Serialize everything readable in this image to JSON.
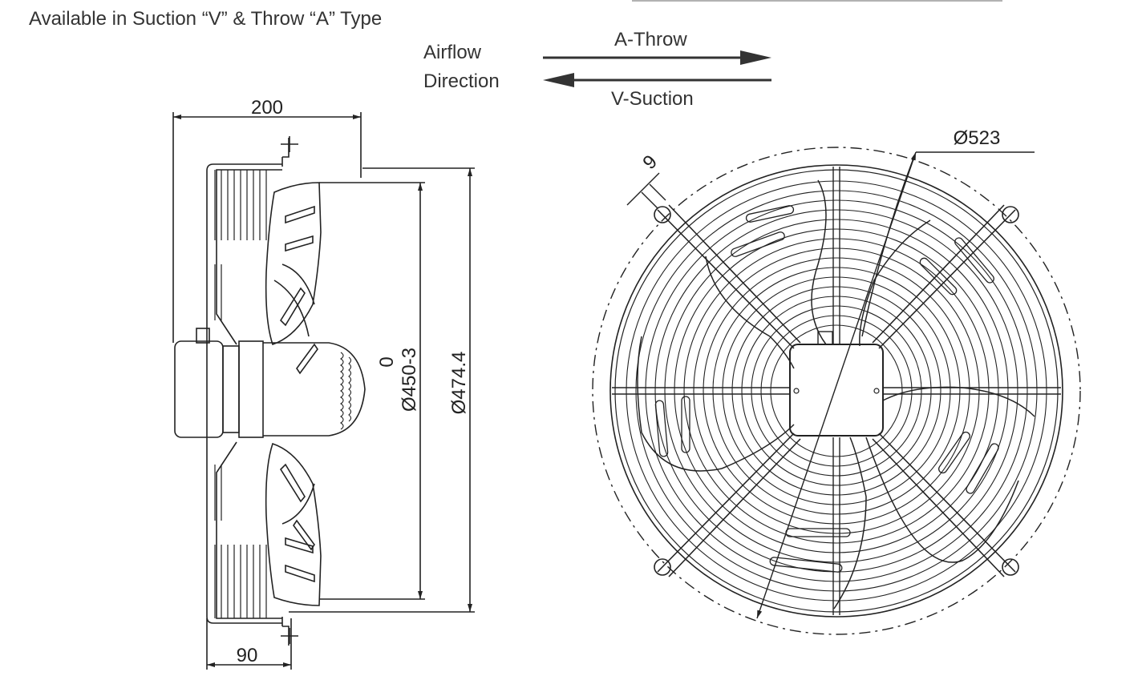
{
  "header": {
    "title": "Available in Suction “V” & Throw “A” Type"
  },
  "airflow": {
    "label_line1": "Airflow",
    "label_line2": "Direction",
    "throw_label": "A-Throw",
    "suction_label": "V-Suction"
  },
  "dimensions": {
    "depth_overall": "200",
    "depth_mount": "90",
    "blade_diameter_top": "0",
    "blade_diameter": "Ø450-3",
    "mount_diameter": "Ø474.4",
    "guard_diameter": "Ø523",
    "hole_size": "9"
  },
  "colors": {
    "line": "#222222",
    "text": "#333333",
    "background": "#ffffff"
  }
}
